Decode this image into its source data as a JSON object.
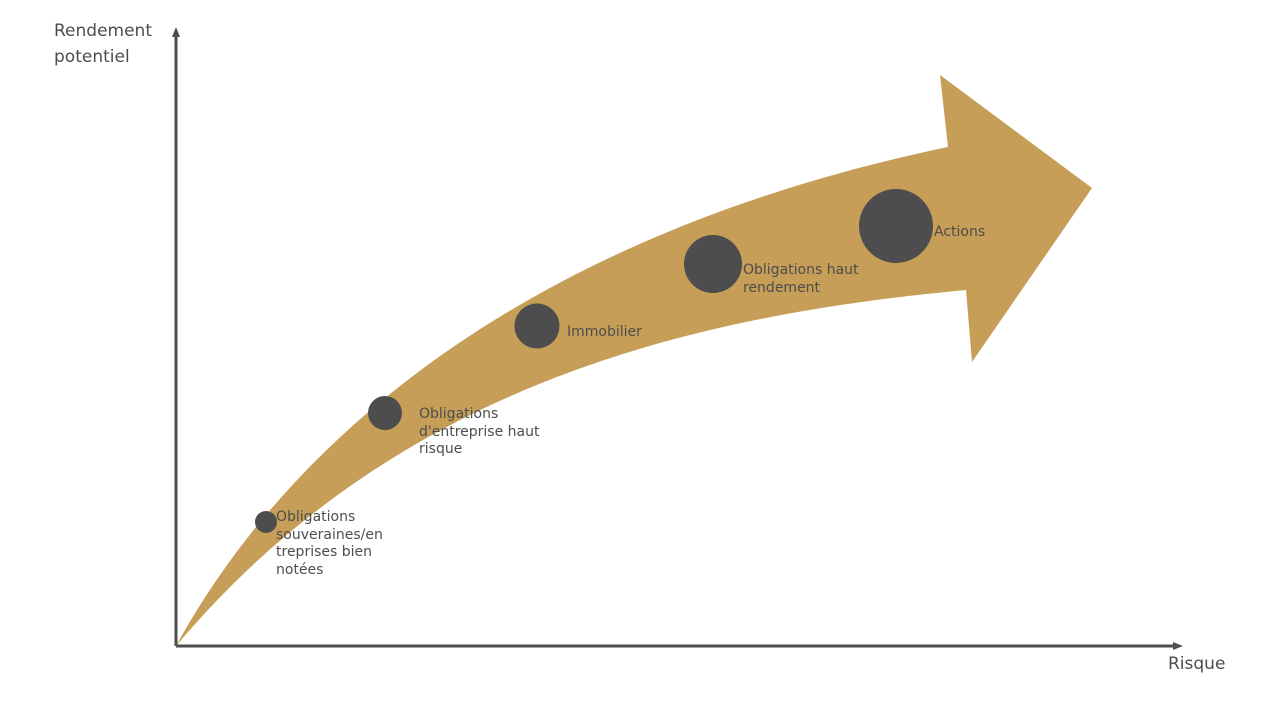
{
  "axes": {
    "y_title": "Rendement potentiel",
    "x_title": "Risque",
    "color": "#4d4d4d"
  },
  "arrow": {
    "color": "#c69e58"
  },
  "points": [
    {
      "label": "Obligations souveraines/entreprises bien notées",
      "display": "Obligations souveraines/en treprises bien notées",
      "color": "#4d4d4d"
    },
    {
      "label": "Obligations d'entreprise haut risque",
      "color": "#4d4d4d"
    },
    {
      "label": "Immobilier",
      "color": "#4d4d4d"
    },
    {
      "label": "Obligations haut rendement",
      "color": "#4d4d4d"
    },
    {
      "label": "Actions",
      "color": "#4d4d4d"
    }
  ]
}
